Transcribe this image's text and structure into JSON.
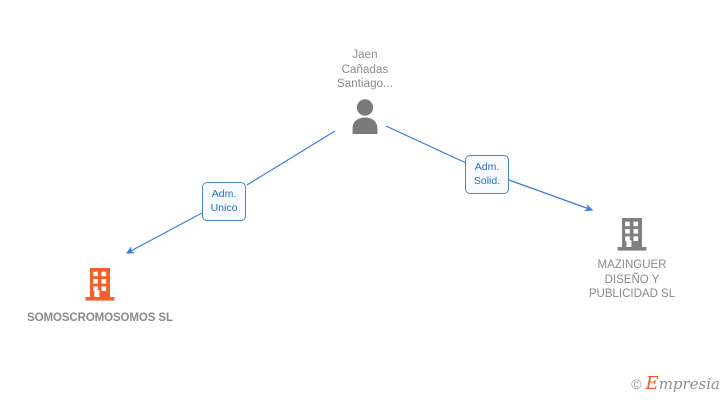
{
  "diagram": {
    "type": "relationship-graph",
    "background_color": "#ffffff",
    "edge_color": "#3b7dd8",
    "person_color": "#7a7a7a",
    "company_left_color": "#f4602c",
    "company_right_color": "#808080"
  },
  "person": {
    "name": "Jaen\nCañadas\nSantiago...",
    "icon": "person-icon"
  },
  "edges": [
    {
      "id": "edge-left",
      "label": "Adm.\nUnico",
      "from": "person",
      "to": "company-left"
    },
    {
      "id": "edge-right",
      "label": "Adm.\nSolid.",
      "from": "person",
      "to": "company-right"
    }
  ],
  "companies": [
    {
      "id": "company-left",
      "name": "SOMOSCROMOSOMOS SL",
      "icon": "building-icon",
      "color": "#f4602c"
    },
    {
      "id": "company-right",
      "name": "MAZINGUER\nDISEÑO Y\nPUBLICIDAD  SL",
      "icon": "building-icon",
      "color": "#808080"
    }
  ],
  "watermark": {
    "copyright": "©",
    "brand_initial": "E",
    "brand_rest": "mpresia"
  }
}
